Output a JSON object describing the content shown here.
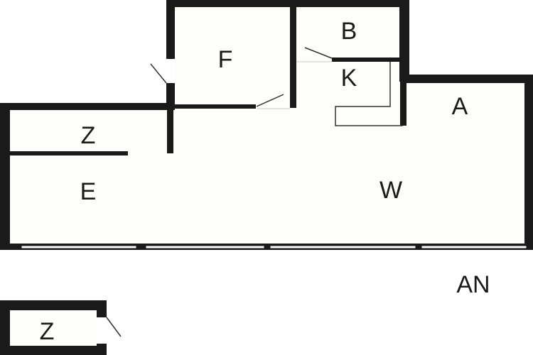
{
  "plan": {
    "rooms": [
      {
        "id": "F",
        "label": "F"
      },
      {
        "id": "B",
        "label": "B"
      },
      {
        "id": "K",
        "label": "K"
      },
      {
        "id": "A",
        "label": "A"
      },
      {
        "id": "Z1",
        "label": "Z"
      },
      {
        "id": "E",
        "label": "E"
      },
      {
        "id": "W",
        "label": "W"
      },
      {
        "id": "AN",
        "label": "AN"
      },
      {
        "id": "Z2",
        "label": "Z"
      }
    ],
    "colors": {
      "wall": "#1a1a1a",
      "floor": "#fdfdfb",
      "background": "#ffffff"
    }
  }
}
